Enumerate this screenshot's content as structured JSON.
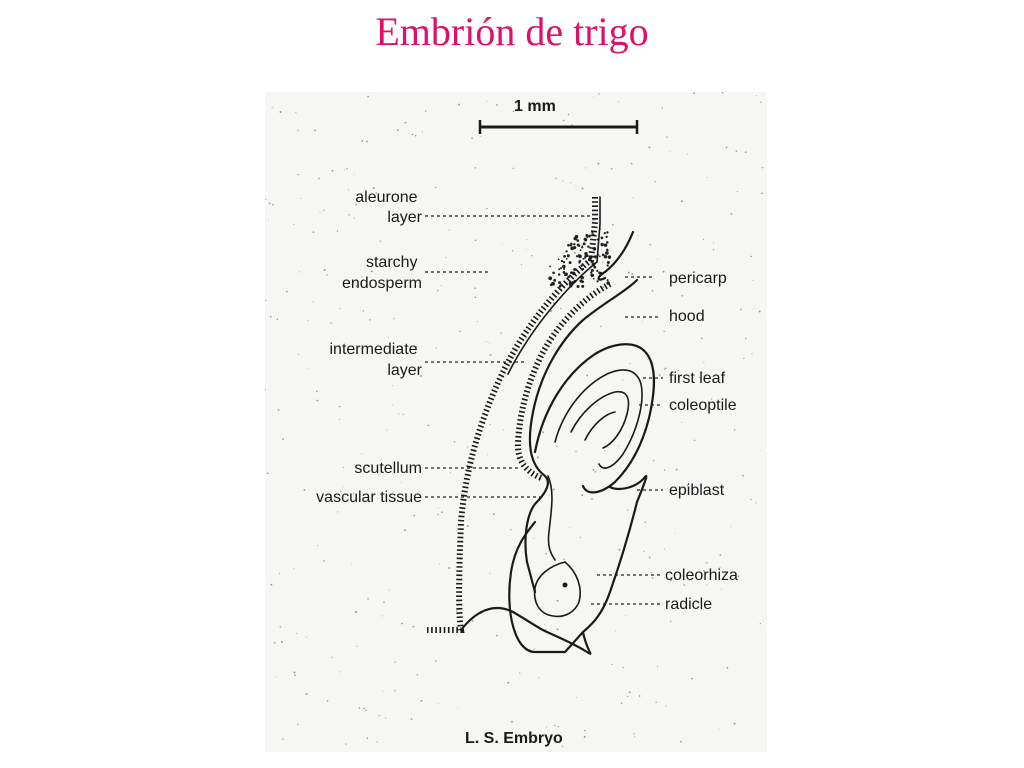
{
  "slide": {
    "title": "Embrión de trigo",
    "title_color": "#e0106a"
  },
  "diagram": {
    "scale_bar": "1 mm",
    "caption": "L. S. Embryo",
    "labels": {
      "aleurone": [
        "aleurone",
        "layer"
      ],
      "starchy": [
        "starchy",
        "endosperm"
      ],
      "intermediate": [
        "intermediate",
        "layer"
      ],
      "scutellum": "scutellum",
      "vascular": "vascular tissue",
      "pericarp": "pericarp",
      "hood": "hood",
      "first_leaf": "first leaf",
      "coleoptile": "coleoptile",
      "epiblast": "epiblast",
      "coleorhiza": "coleorhiza",
      "radicle": "radicle"
    }
  }
}
